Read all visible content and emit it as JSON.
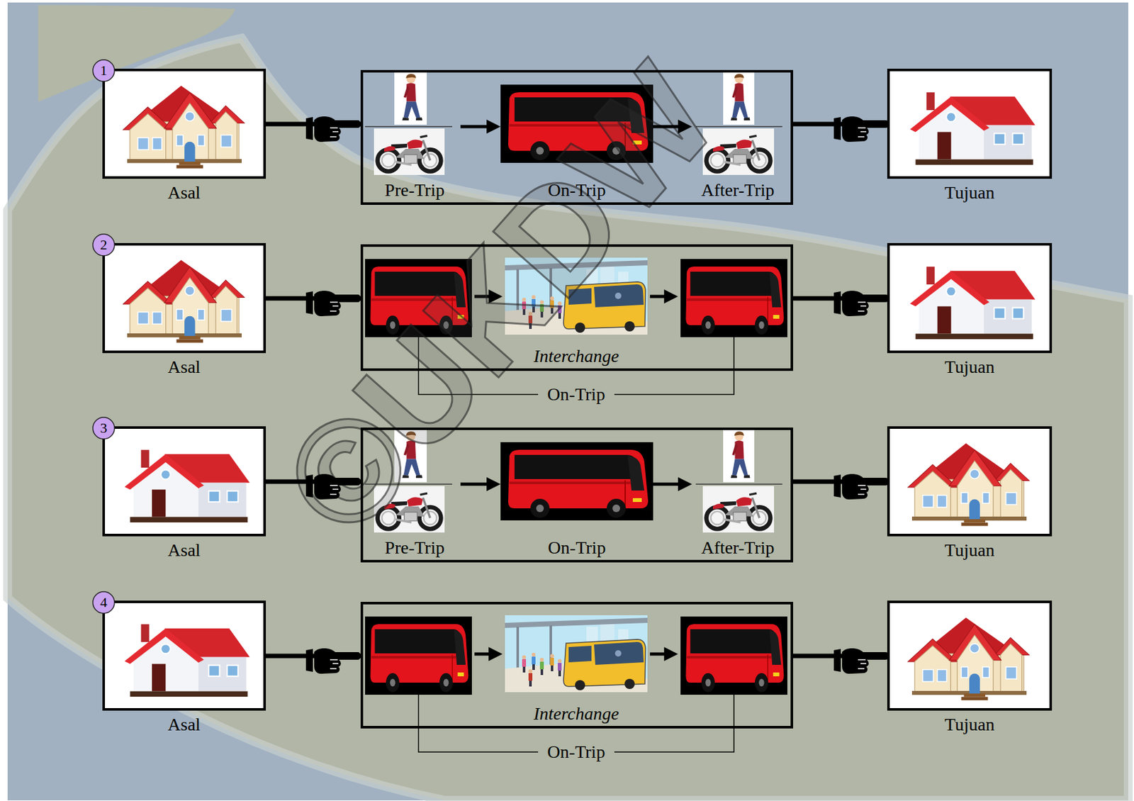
{
  "diagram": {
    "nodes": [
      {
        "text": [
          "Asal"
        ]
      },
      {
        "text": []
      },
      {
        "text": [
          "Pre-Trip"
        ],
        "in": 1
      },
      {
        "text": [
          "On-Trip"
        ],
        "in": 1
      },
      {
        "text": [
          "After-Trip"
        ],
        "in": 1
      },
      {
        "text": [
          "Tujuan"
        ]
      },
      {
        "text": [
          "Asal"
        ]
      },
      {
        "text": []
      },
      {
        "text": [
          "Interchange"
        ],
        "in": 7
      },
      {
        "text": [
          "Tujuan"
        ]
      },
      {
        "text": [
          "Asal"
        ]
      },
      {
        "text": []
      },
      {
        "text": [
          "Pre-Trip"
        ],
        "in": 11
      },
      {
        "text": [
          "On-Trip"
        ],
        "in": 11
      },
      {
        "text": [
          "After-Trip"
        ],
        "in": 11
      },
      {
        "text": [
          "Tujuan"
        ]
      },
      {
        "text": [
          "Asal"
        ]
      },
      {
        "text": []
      },
      {
        "text": [
          "Interchange"
        ],
        "in": 17
      },
      {
        "text": [
          "Tujuan"
        ]
      }
    ],
    "edges": [
      {
        "from": 0,
        "to": 1,
        "arrow": "to"
      },
      {
        "from": 1,
        "to": 5,
        "arrow": "to"
      },
      {
        "from": 2,
        "to": 3,
        "arrow": "to"
      },
      {
        "from": 3,
        "to": 4,
        "arrow": "to"
      },
      {
        "from": 6,
        "to": 7,
        "arrow": "to"
      },
      {
        "from": 7,
        "to": 9,
        "arrow": "to"
      },
      {
        "from": 10,
        "to": 11,
        "arrow": "to"
      },
      {
        "from": 11,
        "to": 15,
        "arrow": "to"
      },
      {
        "from": 12,
        "to": 13,
        "arrow": "to"
      },
      {
        "from": 13,
        "to": 14,
        "arrow": "to"
      },
      {
        "from": 16,
        "to": 17,
        "arrow": "to"
      },
      {
        "from": 17,
        "to": 19,
        "arrow": "to"
      }
    ],
    "labels": [
      "1",
      "2",
      "On-Trip",
      "3",
      "4",
      "On-Trip",
      "©UKDW"
    ]
  }
}
